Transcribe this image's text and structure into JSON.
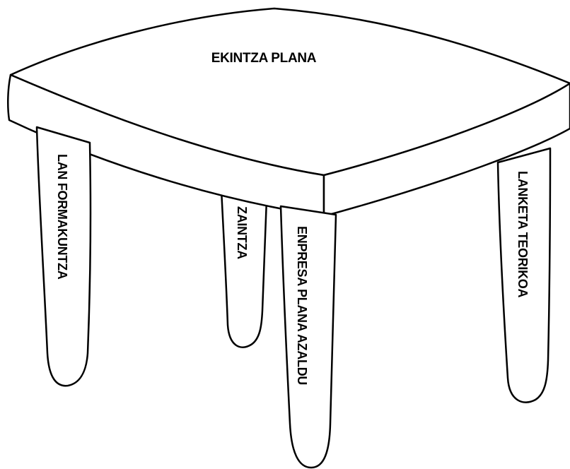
{
  "diagram": {
    "tabletop_label": "EKINTZA PLANA",
    "legs": [
      {
        "id": "front-left",
        "label": "LAN FORMAKUNTZA"
      },
      {
        "id": "back-middle",
        "label": "ZAINTZA"
      },
      {
        "id": "front-middle",
        "label": "ENPRESA PLANA AZALDU"
      },
      {
        "id": "back-right",
        "label": "LANKETA TEORIKOA"
      }
    ]
  },
  "colors": {
    "stroke": "#000000",
    "fill": "#ffffff"
  }
}
